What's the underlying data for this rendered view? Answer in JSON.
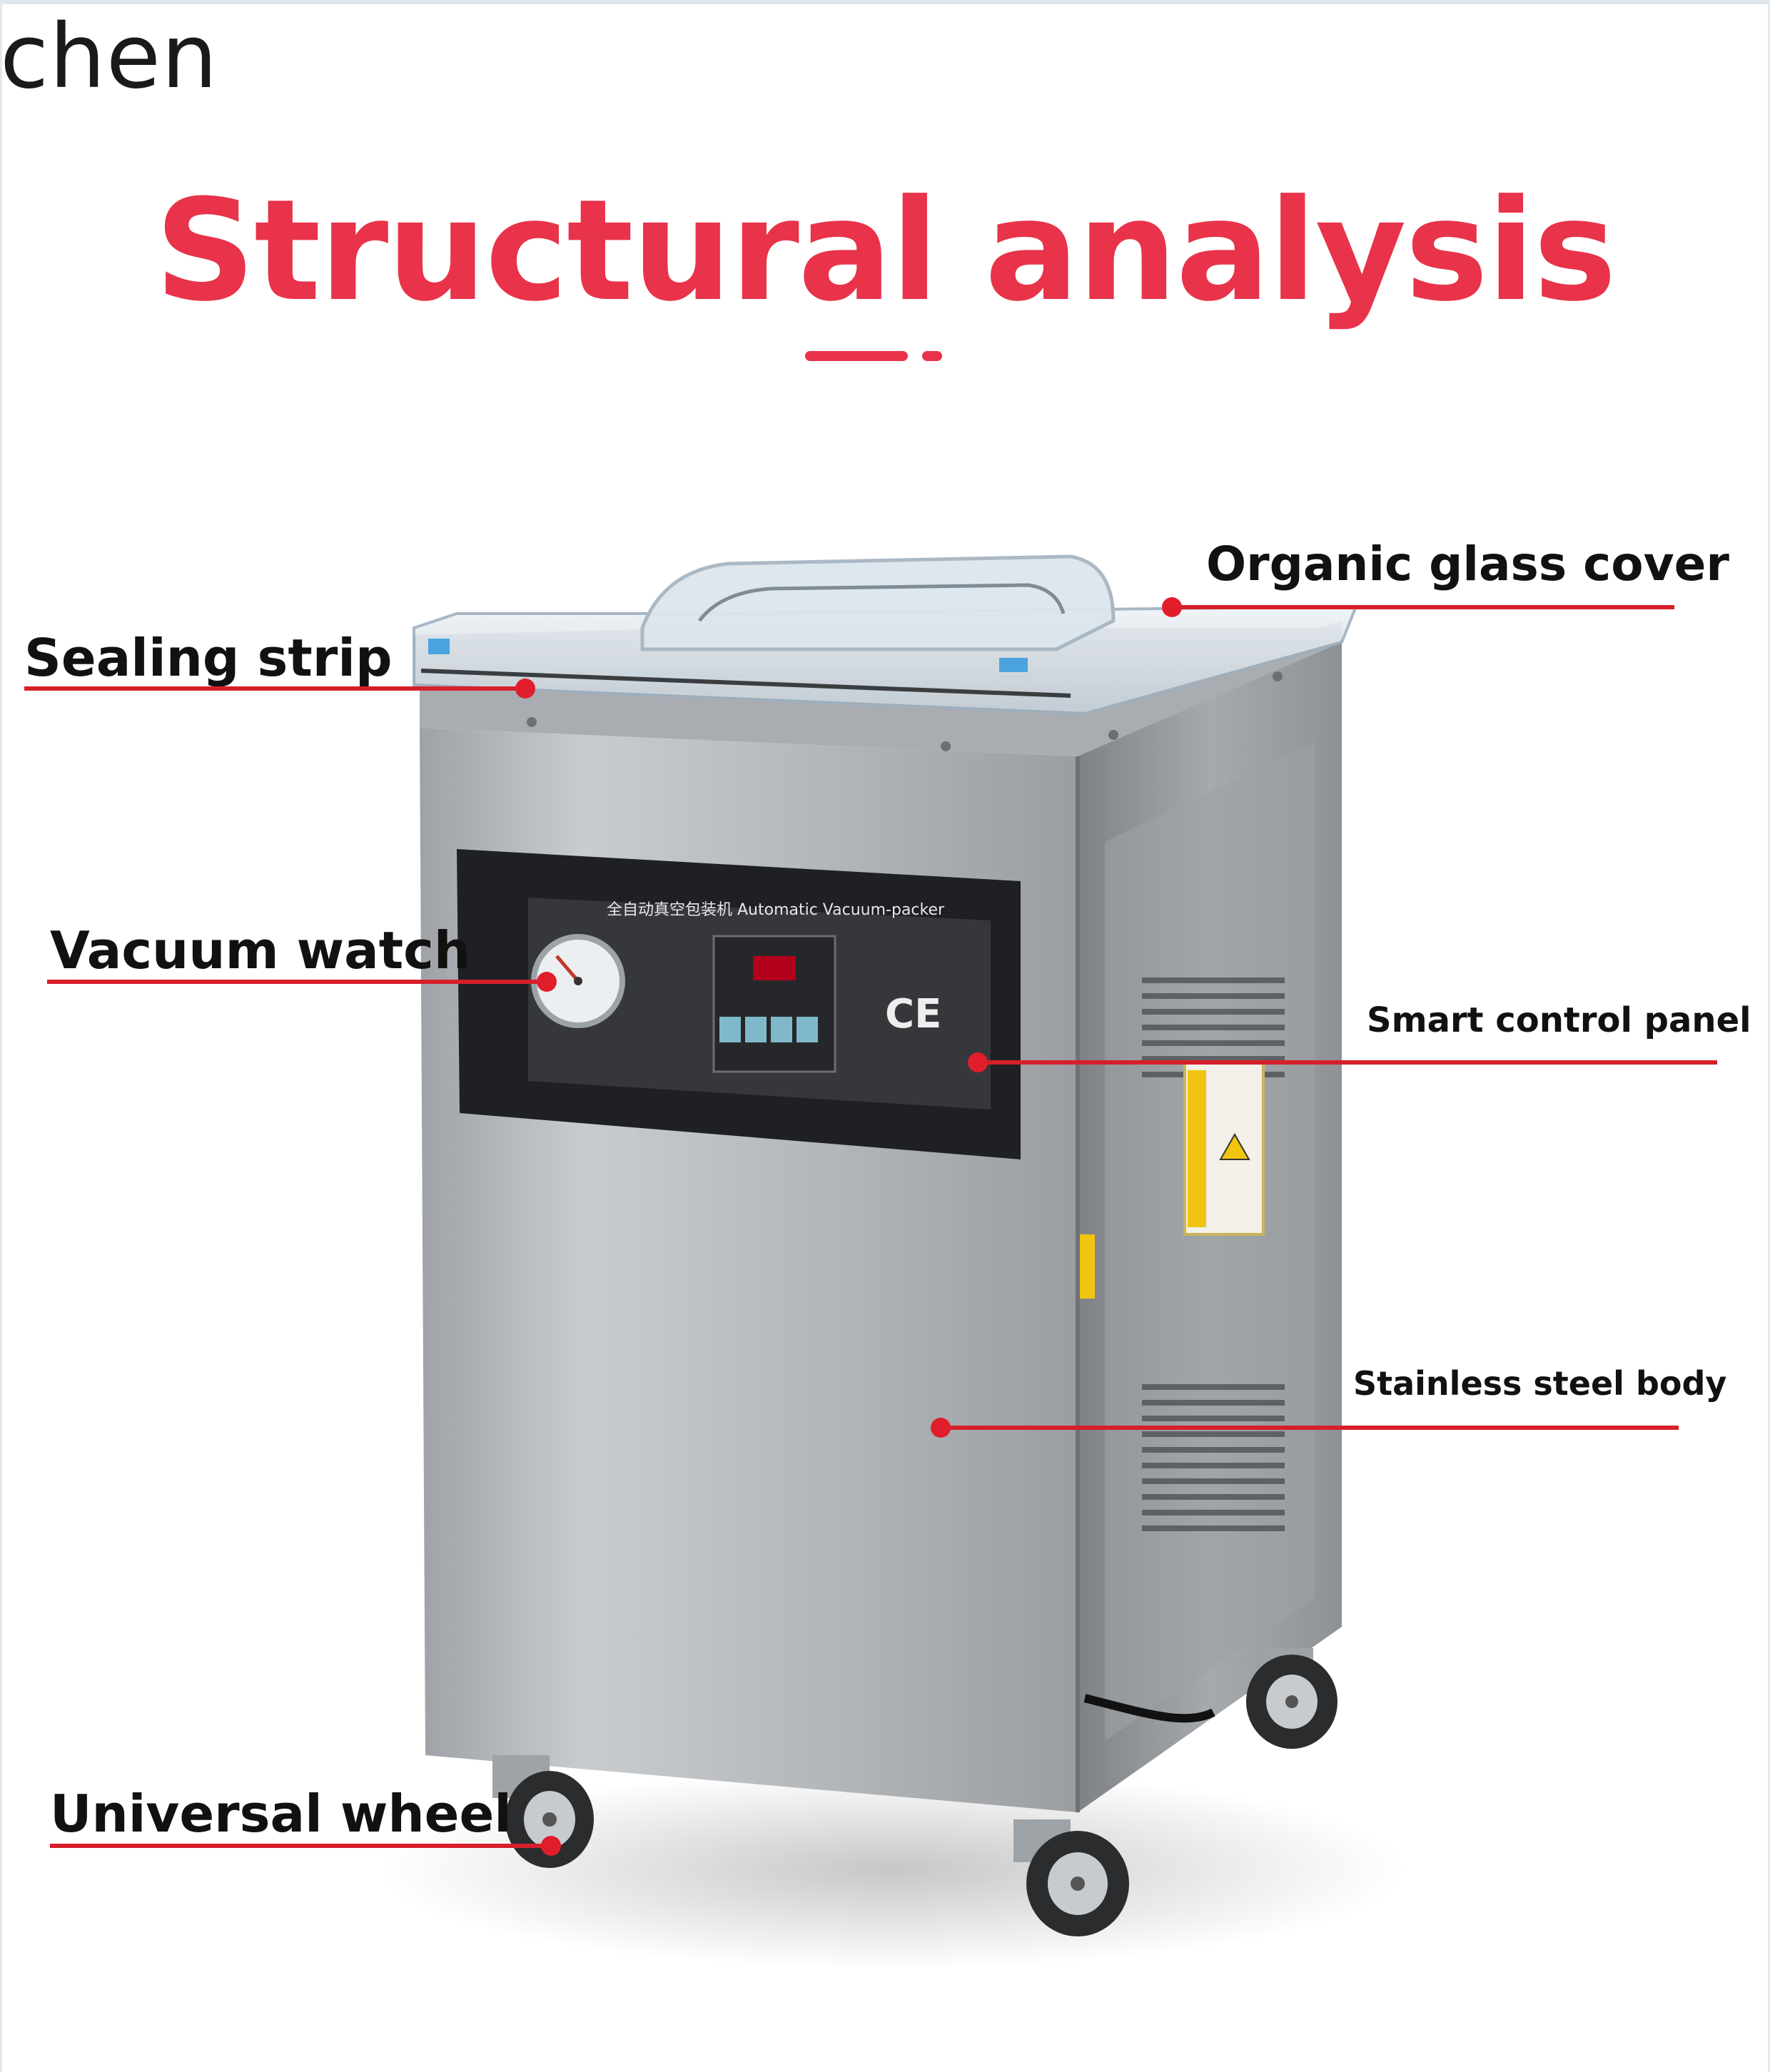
{
  "user": {
    "name": "chen"
  },
  "title": "Structural analysis",
  "colors": {
    "accent": "#e8334a",
    "line": "#d71f2b",
    "steel": "#b8bcbf",
    "panel": "#2b2c30"
  },
  "labels": {
    "organic_glass_cover": "Organic glass cover",
    "sealing_strip": "Sealing strip",
    "vacuum_watch": "Vacuum watch",
    "smart_control_panel": "Smart control panel",
    "stainless_steel_body": "Stainless steel body",
    "universal_wheel": "Universal wheel"
  },
  "machine": {
    "panel_header": "全自动真空包装机 Automatic Vacuum-packer",
    "ce_mark": "CE"
  }
}
